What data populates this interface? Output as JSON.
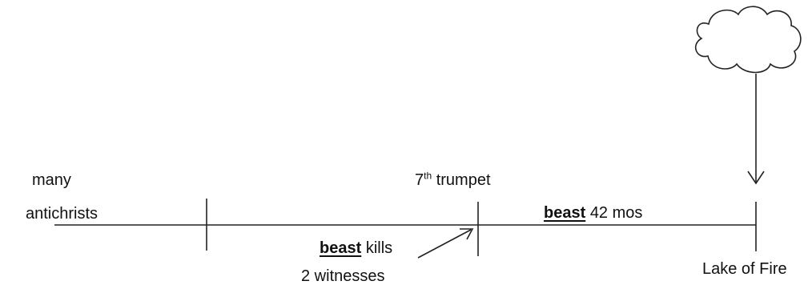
{
  "labels": {
    "many": "many",
    "antichrists": "antichrists",
    "seventh_number": "7",
    "seventh_suffix": "th",
    "trumpet": "trumpet",
    "beast_left": "beast",
    "kills": "kills",
    "two_witnesses": "2 witnesses",
    "beast_right": "beast",
    "forty_two_mos": "42 mos",
    "lake_of_fire": "Lake of Fire"
  },
  "icons": {
    "cloud": "cloud-icon",
    "arrow": "arrow-icon"
  }
}
